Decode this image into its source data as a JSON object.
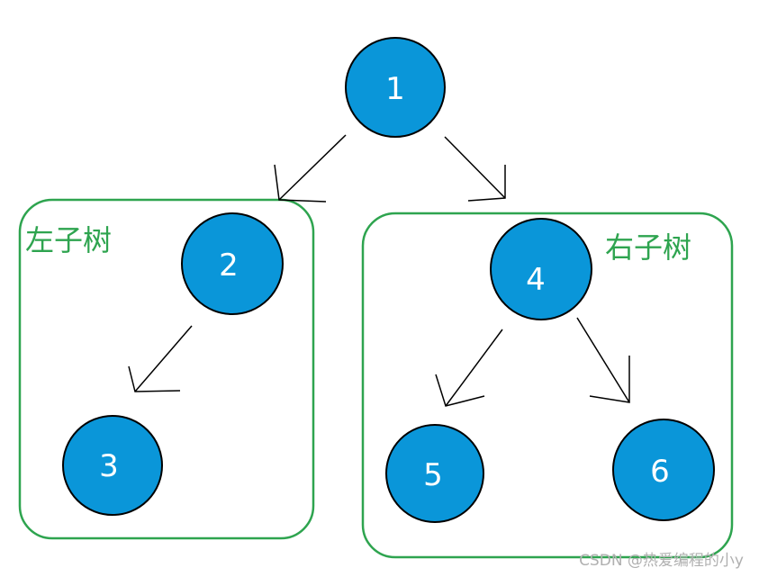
{
  "colors": {
    "node_fill": "#0a96d9",
    "node_stroke": "#000000",
    "group_stroke": "#2ea44f",
    "node_text": "#ffffff"
  },
  "nodes": [
    {
      "id": "1",
      "label": "1"
    },
    {
      "id": "2",
      "label": "2"
    },
    {
      "id": "3",
      "label": "3"
    },
    {
      "id": "4",
      "label": "4"
    },
    {
      "id": "5",
      "label": "5"
    },
    {
      "id": "6",
      "label": "6"
    }
  ],
  "edges": [
    {
      "from": "1",
      "to": "2"
    },
    {
      "from": "1",
      "to": "4"
    },
    {
      "from": "2",
      "to": "3"
    },
    {
      "from": "4",
      "to": "5"
    },
    {
      "from": "4",
      "to": "6"
    }
  ],
  "groups": [
    {
      "id": "left",
      "label": "左子树",
      "members": [
        "2",
        "3"
      ]
    },
    {
      "id": "right",
      "label": "右子树",
      "members": [
        "4",
        "5",
        "6"
      ]
    }
  ],
  "watermark": "CSDN @热爱编程的小y"
}
